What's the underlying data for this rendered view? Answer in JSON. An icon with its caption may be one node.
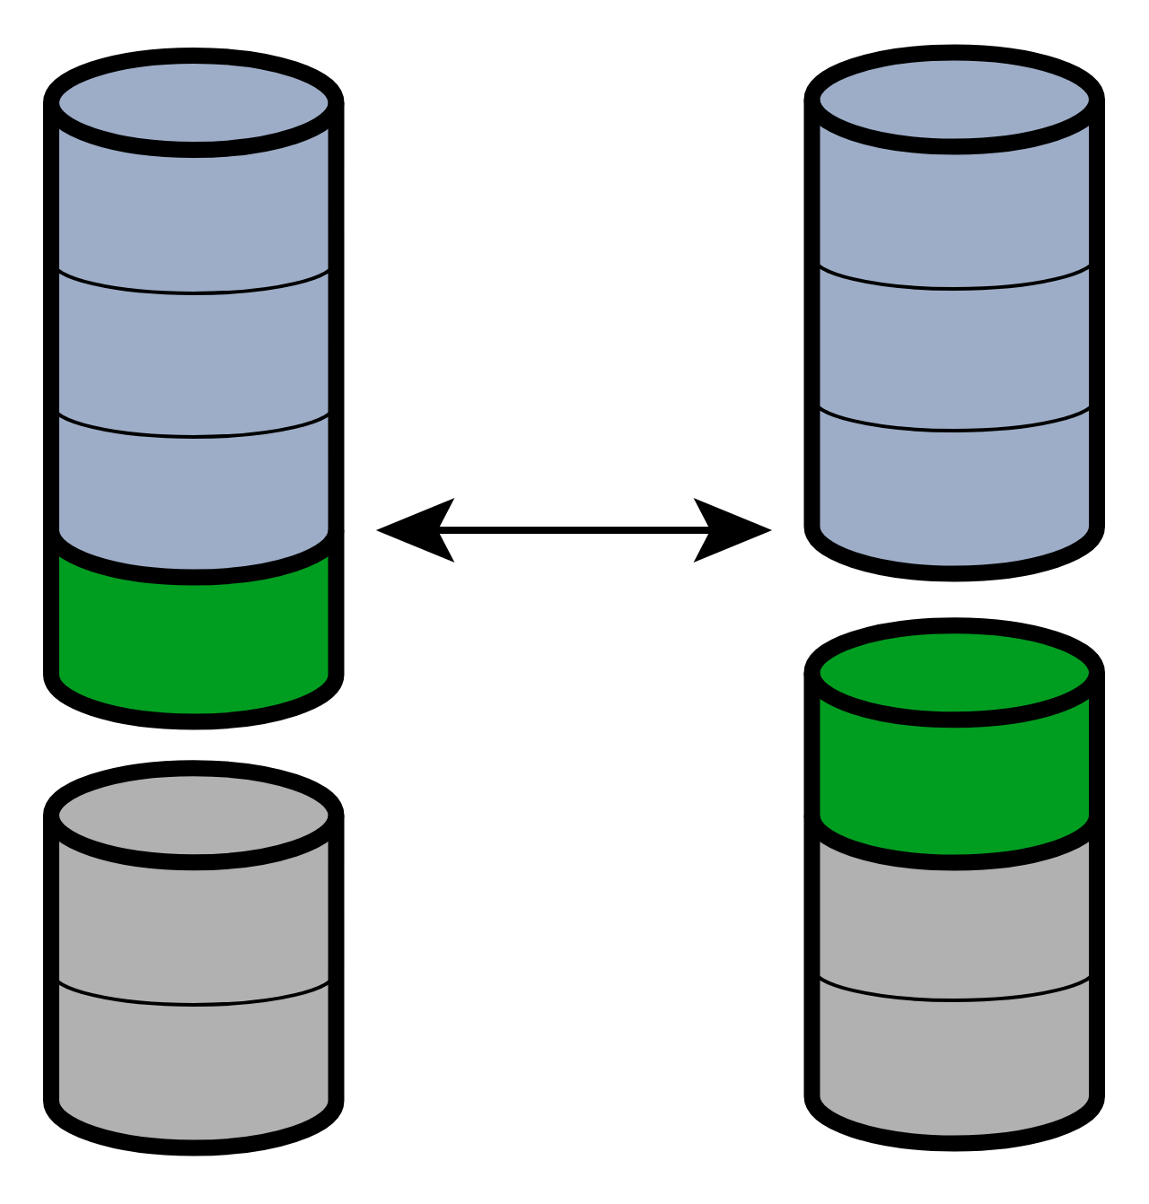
{
  "diagram": {
    "nodes": [
      {
        "text": [],
        "shape": "cylinder"
      },
      {
        "text": [],
        "shape": "cylinder"
      },
      {
        "text": [],
        "shape": "cylinder"
      },
      {
        "text": [],
        "shape": "cylinder"
      }
    ],
    "edges": [
      {
        "from": 0,
        "to": 1,
        "arrow": "both"
      }
    ]
  }
}
